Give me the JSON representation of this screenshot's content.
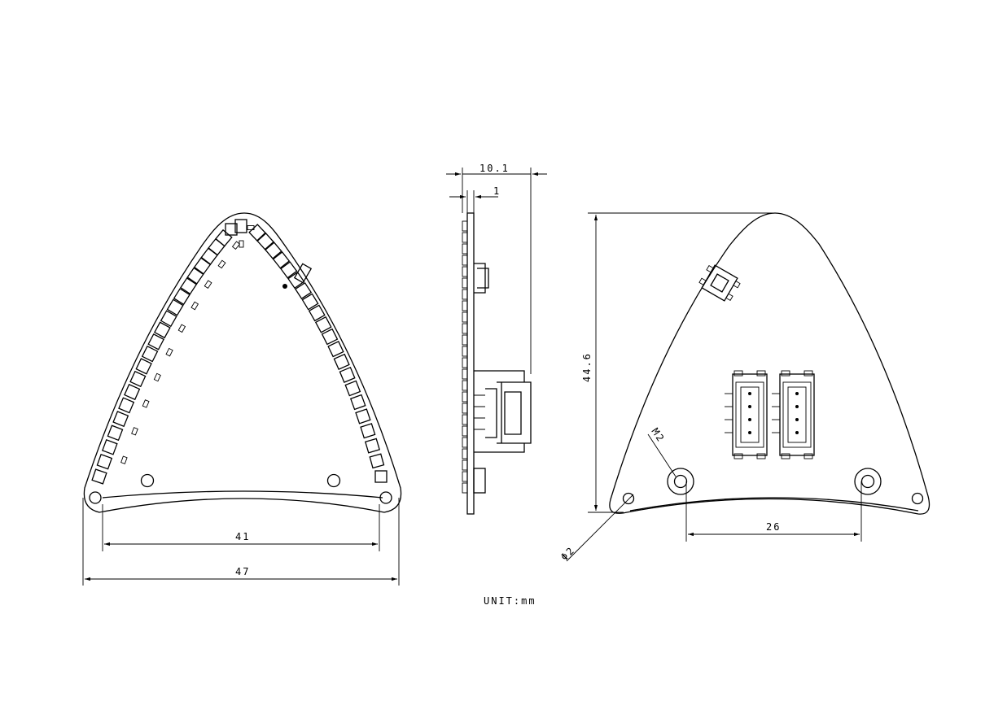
{
  "dimensions": {
    "front_inner_width": "41",
    "front_outer_width": "47",
    "side_thickness": "10.1",
    "side_board": "1",
    "back_height": "44.6",
    "back_hole_spacing": "26",
    "hole_diameter": "Φ2",
    "screw_size": "M2"
  },
  "unit_label": "UNIT:mm"
}
